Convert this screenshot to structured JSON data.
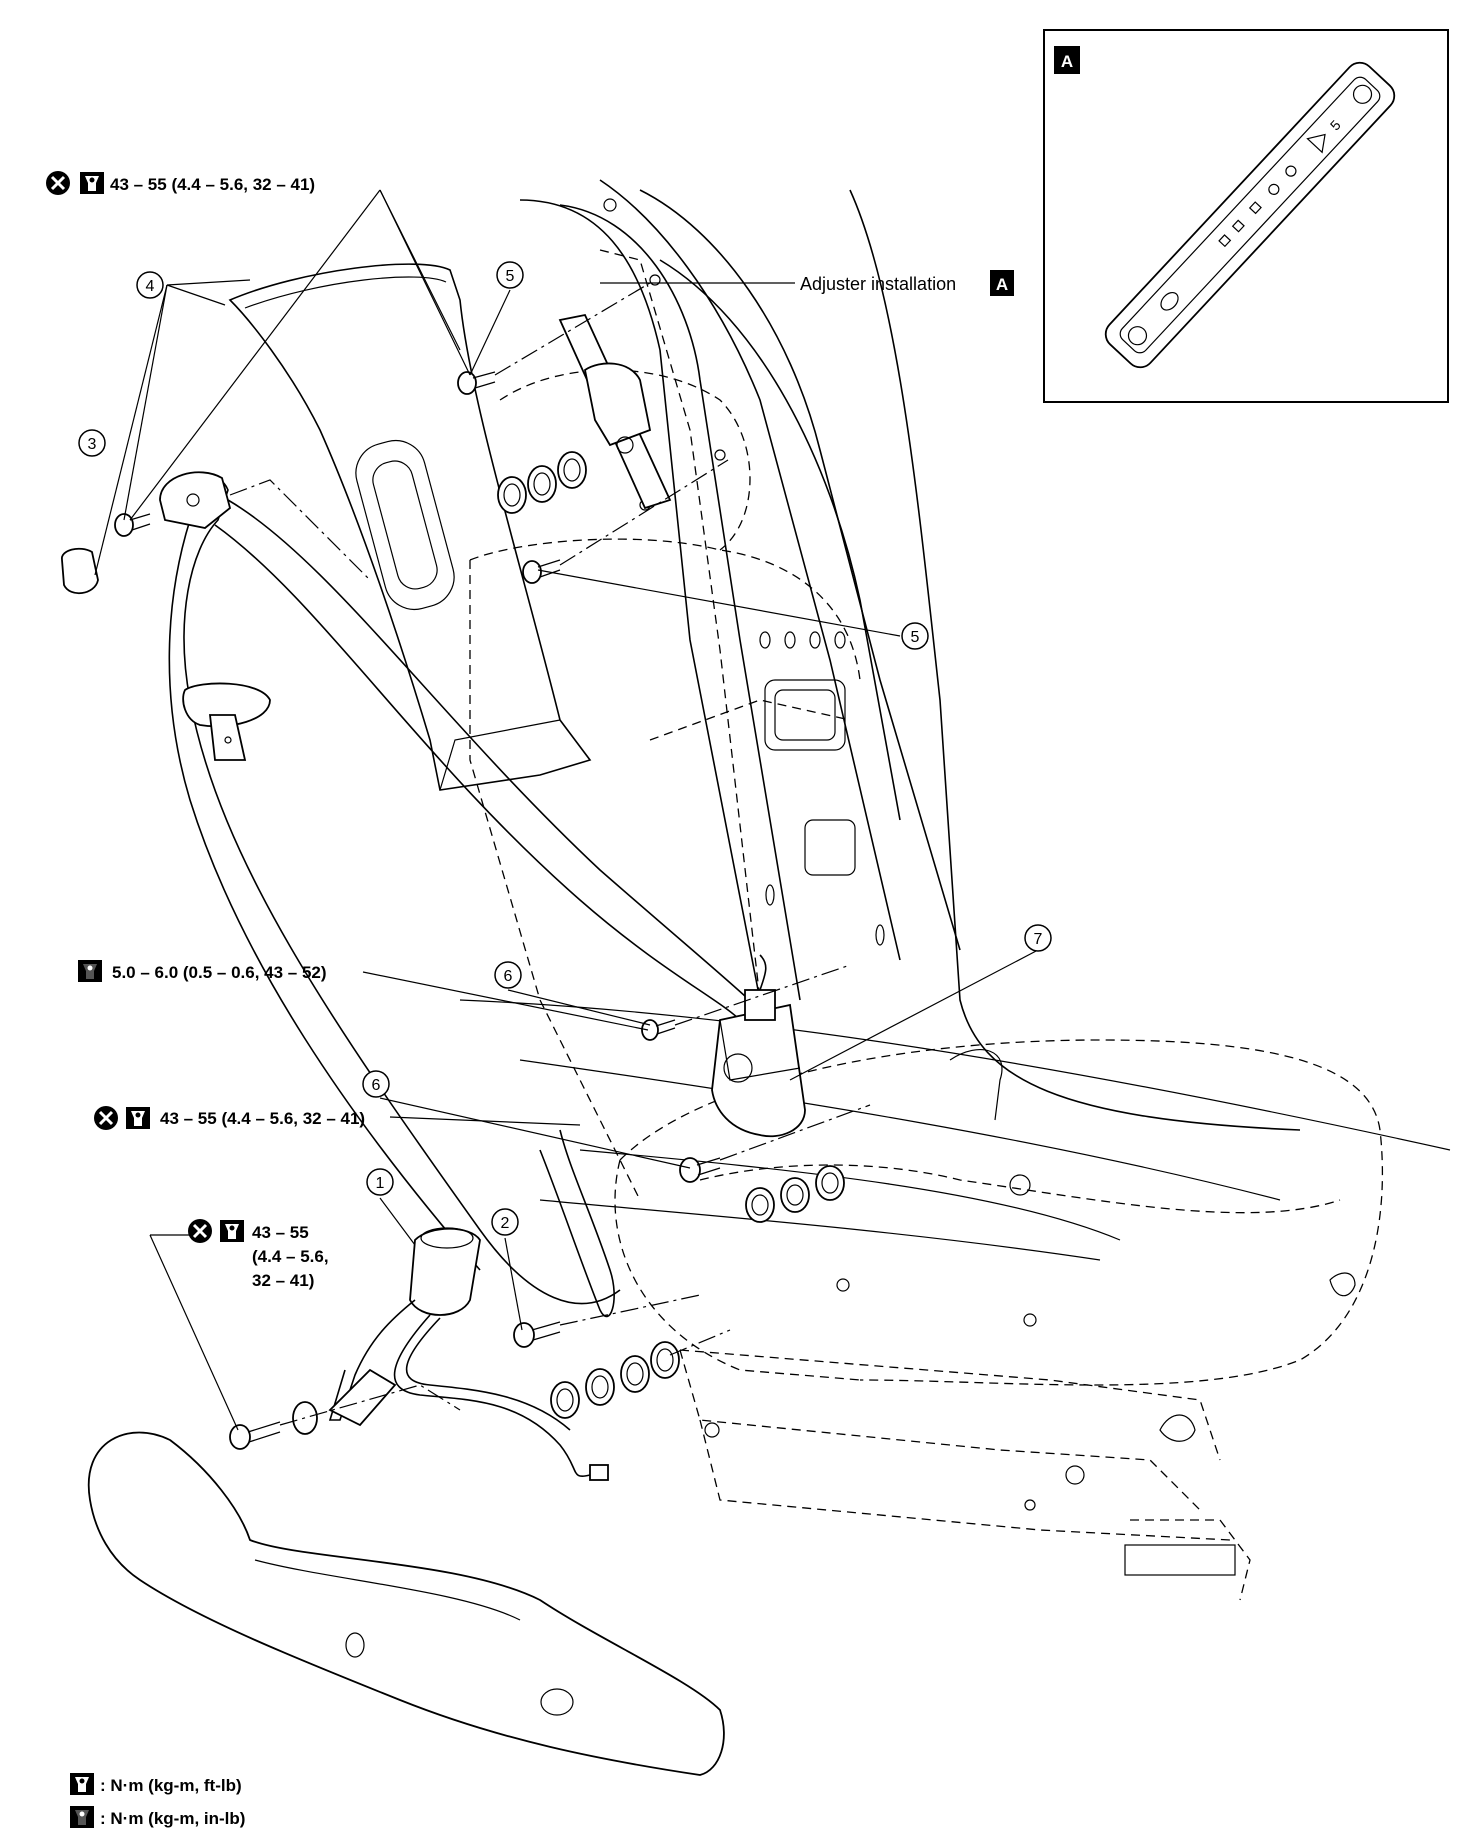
{
  "torque_specs": {
    "top": "43 – 55 (4.4 – 5.6, 32 – 41)",
    "retractor_bolt": "5.0 – 6.0 (0.5 – 0.6, 43 – 52)",
    "anchor_mid": "43 – 55 (4.4 – 5.6, 32 – 41)",
    "buckle_line1": "43 – 55",
    "buckle_line2": "(4.4 – 5.6,",
    "buckle_line3": "32 – 41)"
  },
  "callouts": {
    "c1": "1",
    "c2": "2",
    "c3": "3",
    "c4": "4",
    "c5a": "5",
    "c5b": "5",
    "c6a": "6",
    "c6b": "6",
    "c7": "7"
  },
  "adjuster_label": "Adjuster installation",
  "inset_tag": "A",
  "legend": {
    "ftlb": ": N·m (kg-m, ft-lb)",
    "inlb": ": N·m (kg-m, in-lb)"
  },
  "icons": [
    "do-not-reuse-icon",
    "torque-wrench-icon",
    "torque-wrench-solid-icon"
  ]
}
